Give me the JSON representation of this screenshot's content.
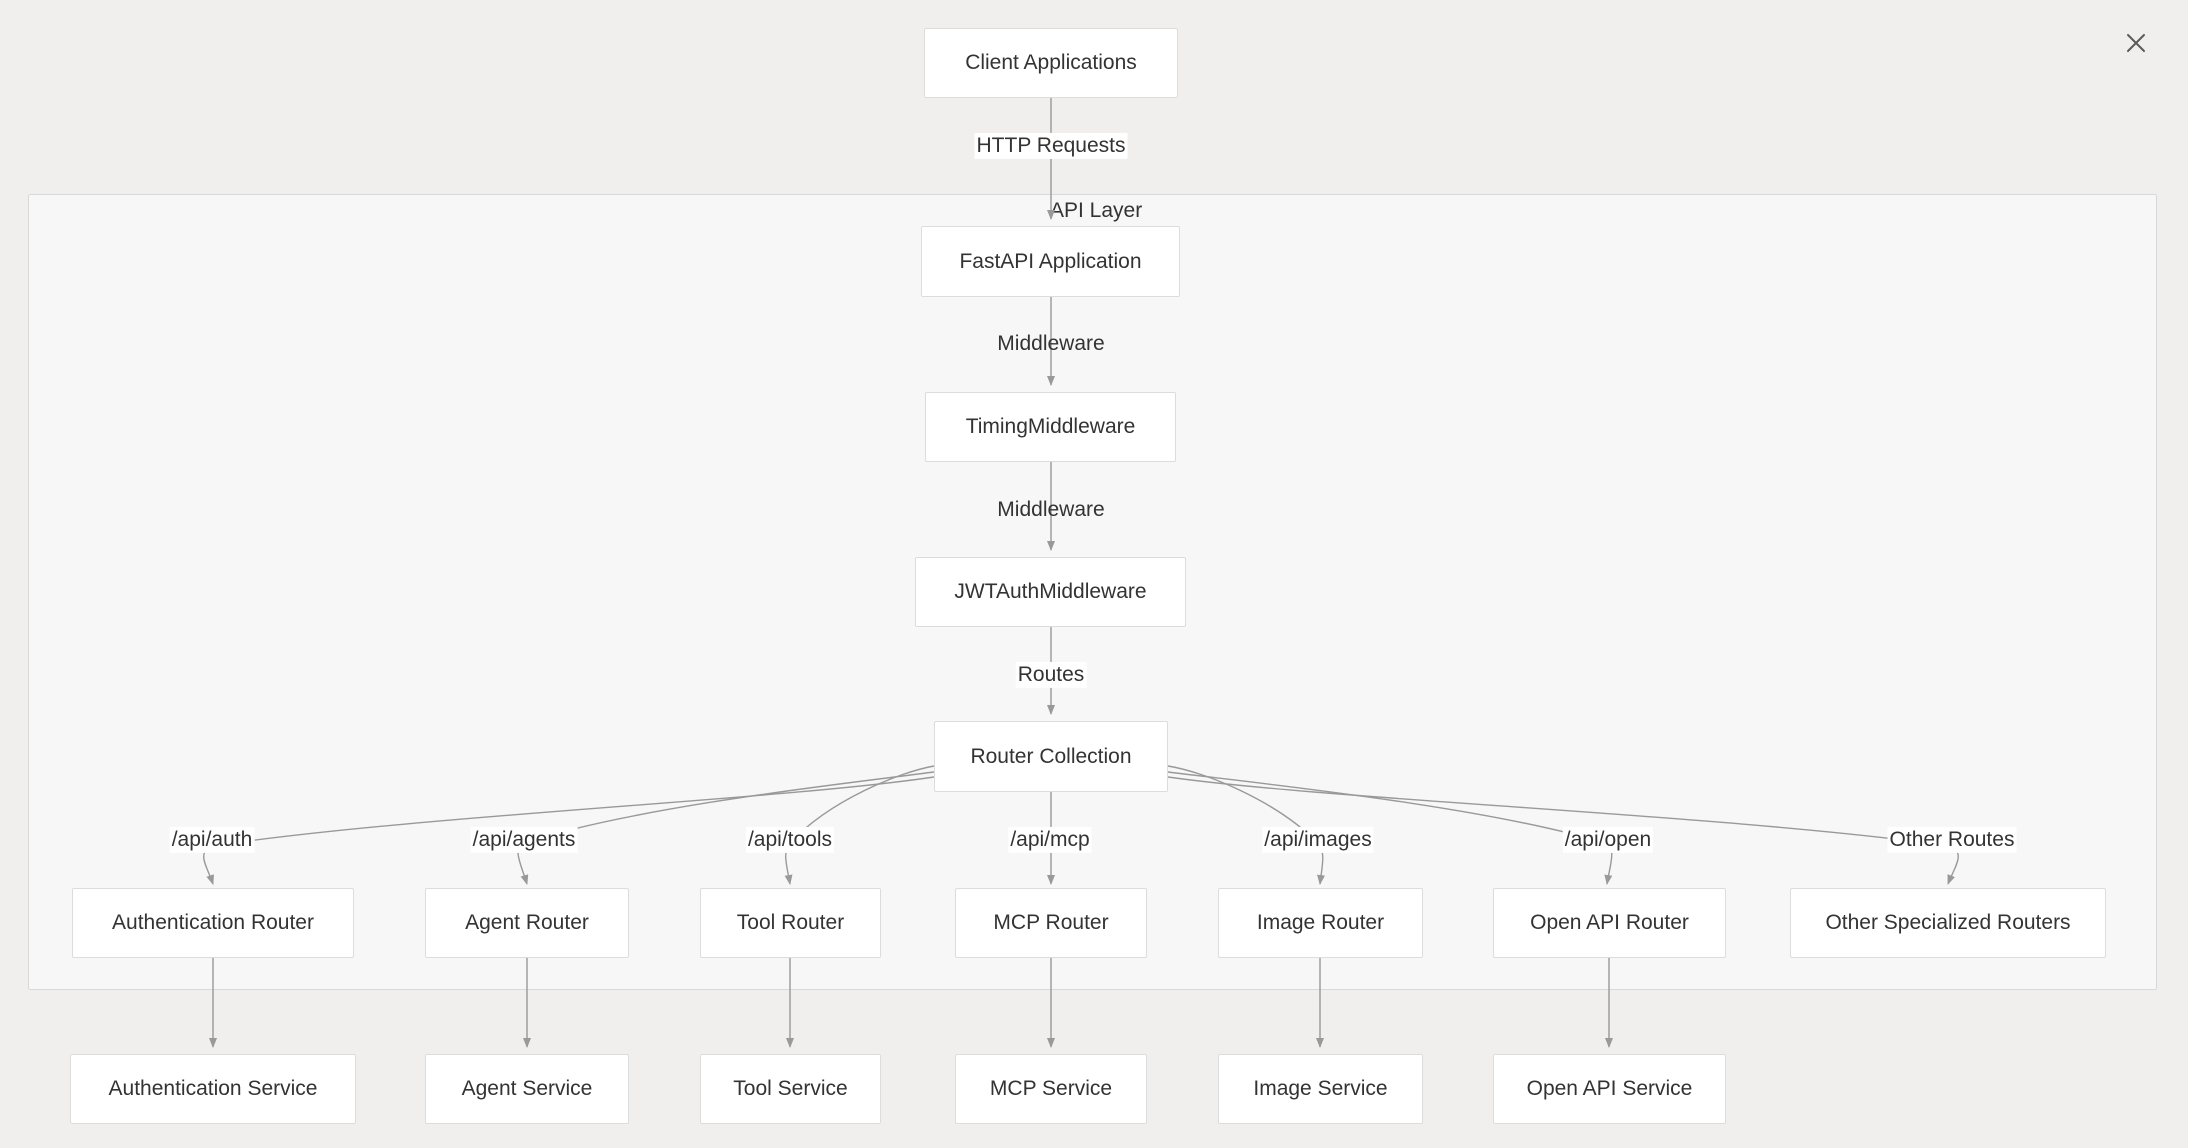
{
  "window": {
    "close_icon": "close-icon",
    "background_color": "#f0efee"
  },
  "diagram": {
    "type": "flowchart",
    "title": "",
    "subgraph": {
      "id": "api-layer",
      "label": "API Layer",
      "background_color": "#f7f7f7",
      "border_color": "#d9d9d9"
    },
    "node_style": {
      "fill": "#ffffff",
      "stroke": "#dcdcdc",
      "text_color": "#333333"
    },
    "edge_style": {
      "stroke": "#999999"
    },
    "nodes": {
      "client_applications": "Client Applications",
      "fastapi_application": "FastAPI Application",
      "timing_middleware": "TimingMiddleware",
      "jwt_auth_middleware": "JWTAuthMiddleware",
      "router_collection": "Router Collection",
      "routers": [
        "Authentication Router",
        "Agent Router",
        "Tool Router",
        "MCP Router",
        "Image Router",
        "Open API Router",
        "Other Specialized Routers"
      ],
      "services": [
        "Authentication Service",
        "Agent Service",
        "Tool Service",
        "MCP Service",
        "Image Service",
        "Open API Service"
      ]
    },
    "edge_labels": {
      "client_to_fastapi": "HTTP Requests",
      "fastapi_to_timing": "Middleware",
      "timing_to_jwt": "Middleware",
      "jwt_to_routers": "Routes",
      "routes": [
        "/api/auth",
        "/api/agents",
        "/api/tools",
        "/api/mcp",
        "/api/images",
        "/api/open",
        "Other Routes"
      ]
    }
  }
}
